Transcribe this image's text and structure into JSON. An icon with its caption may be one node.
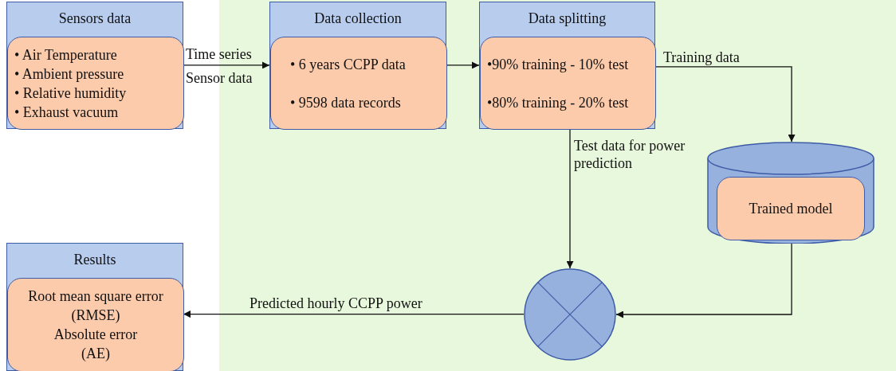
{
  "diagram": {
    "nodes": [
      {
        "text": [
          "Sensors data"
        ]
      },
      {
        "text": [
          "• Air Temperature",
          "• Ambient pressure",
          "• Relative humidity",
          "• Exhaust vacuum"
        ],
        "in": 0
      },
      {
        "text": [
          "Data collection"
        ]
      },
      {
        "text": [
          "• 6 years CCPP data",
          "• 9598 data records"
        ],
        "in": 2
      },
      {
        "text": [
          "Data splitting"
        ]
      },
      {
        "text": [
          "•90% training - 10% test",
          "•80% training - 20% test"
        ],
        "in": 4
      },
      {
        "text": [],
        "shape": "cylinder"
      },
      {
        "text": [
          "Trained model"
        ],
        "in": 6
      },
      {
        "text": [
          "Results"
        ]
      },
      {
        "text": [
          "Root mean square error",
          "(RMSE)",
          "Absolute error",
          "(AE)"
        ],
        "in": 8
      },
      {
        "text": [],
        "shape": "circle"
      }
    ],
    "edges": [
      {
        "from": 1,
        "to": 3,
        "arrow": "to",
        "label": "Time series"
      },
      {
        "from": 3,
        "to": 5,
        "arrow": "to"
      },
      {
        "from": 5,
        "to": 6,
        "arrow": "to",
        "label": "Training data"
      },
      {
        "from": 5,
        "to": 10,
        "arrow": "to",
        "label": "Test data for power prediction"
      },
      {
        "from": 6,
        "to": 10,
        "arrow": "to"
      },
      {
        "from": 10,
        "to": 9,
        "arrow": "to",
        "label": "Predicted hourly CCPP power"
      }
    ],
    "labels": [
      "Sensor data"
    ]
  }
}
